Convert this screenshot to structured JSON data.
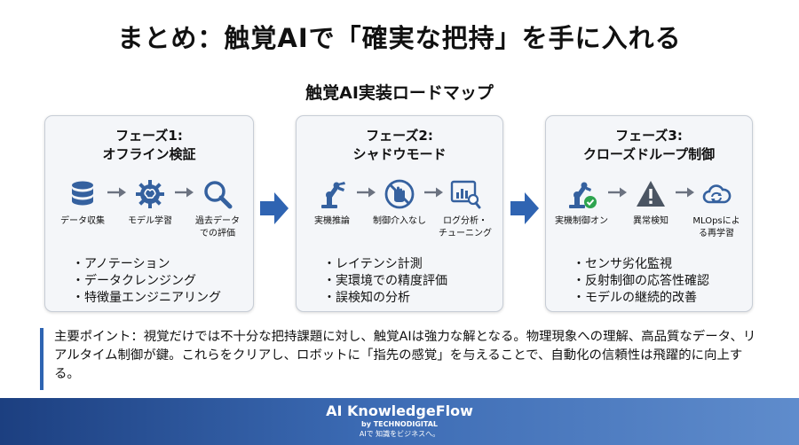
{
  "title": "まとめ：触覚AIで「確実な把持」を手に入れる",
  "roadmap_title": "触覚AI実装ロードマップ",
  "colors": {
    "accent": "#2f64b2",
    "icon": "#35619f",
    "arrow_gray": "#6b7280",
    "warning": "#4b5563",
    "check": "#2ea44f"
  },
  "phases": [
    {
      "title_line1": "フェーズ1:",
      "title_line2": "オフライン検証",
      "steps": [
        {
          "icon": "database-icon",
          "label": "データ収集"
        },
        {
          "icon": "brain-gear-icon",
          "label": "モデル学習"
        },
        {
          "icon": "magnifier-icon",
          "label_line1": "過去データ",
          "label_line2": "での評価"
        }
      ],
      "bullets": [
        "アノテーション",
        "データクレンジング",
        "特徴量エンジニアリング"
      ]
    },
    {
      "title_line1": "フェーズ2:",
      "title_line2": "シャドウモード",
      "steps": [
        {
          "icon": "robot-arm-icon",
          "label": "実機推論"
        },
        {
          "icon": "no-hand-icon",
          "label": "制御介入なし"
        },
        {
          "icon": "analytics-icon",
          "label_line1": "ログ分析・",
          "label_line2": "チューニング"
        }
      ],
      "bullets": [
        "レイテンシ計測",
        "実環境での精度評価",
        "誤検知の分析"
      ]
    },
    {
      "title_line1": "フェーズ3:",
      "title_line2": "クローズドループ制御",
      "steps": [
        {
          "icon": "robot-arm-check-icon",
          "label": "実機制御オン"
        },
        {
          "icon": "warning-icon",
          "label": "異常検知"
        },
        {
          "icon": "cloud-sync-icon",
          "label_line1": "MLOpsによ",
          "label_line2": "る再学習"
        }
      ],
      "bullets": [
        "センサ劣化監視",
        "反射制御の応答性確認",
        "モデルの継続的改善"
      ]
    }
  ],
  "summary": "主要ポイント：視覚だけでは不十分な把持課題に対し、触覚AIは強力な解となる。物理現象への理解、高品質なデータ、リアルタイム制御が鍵。これらをクリアし、ロボットに「指先の感覚」を与えることで、自動化の信頼性は飛躍的に向上する。",
  "footer": {
    "brand": "AI KnowledgeFlow",
    "by": "by TECHNODIGITAL",
    "tagline": "AIで 知識をビジネスへ。"
  }
}
